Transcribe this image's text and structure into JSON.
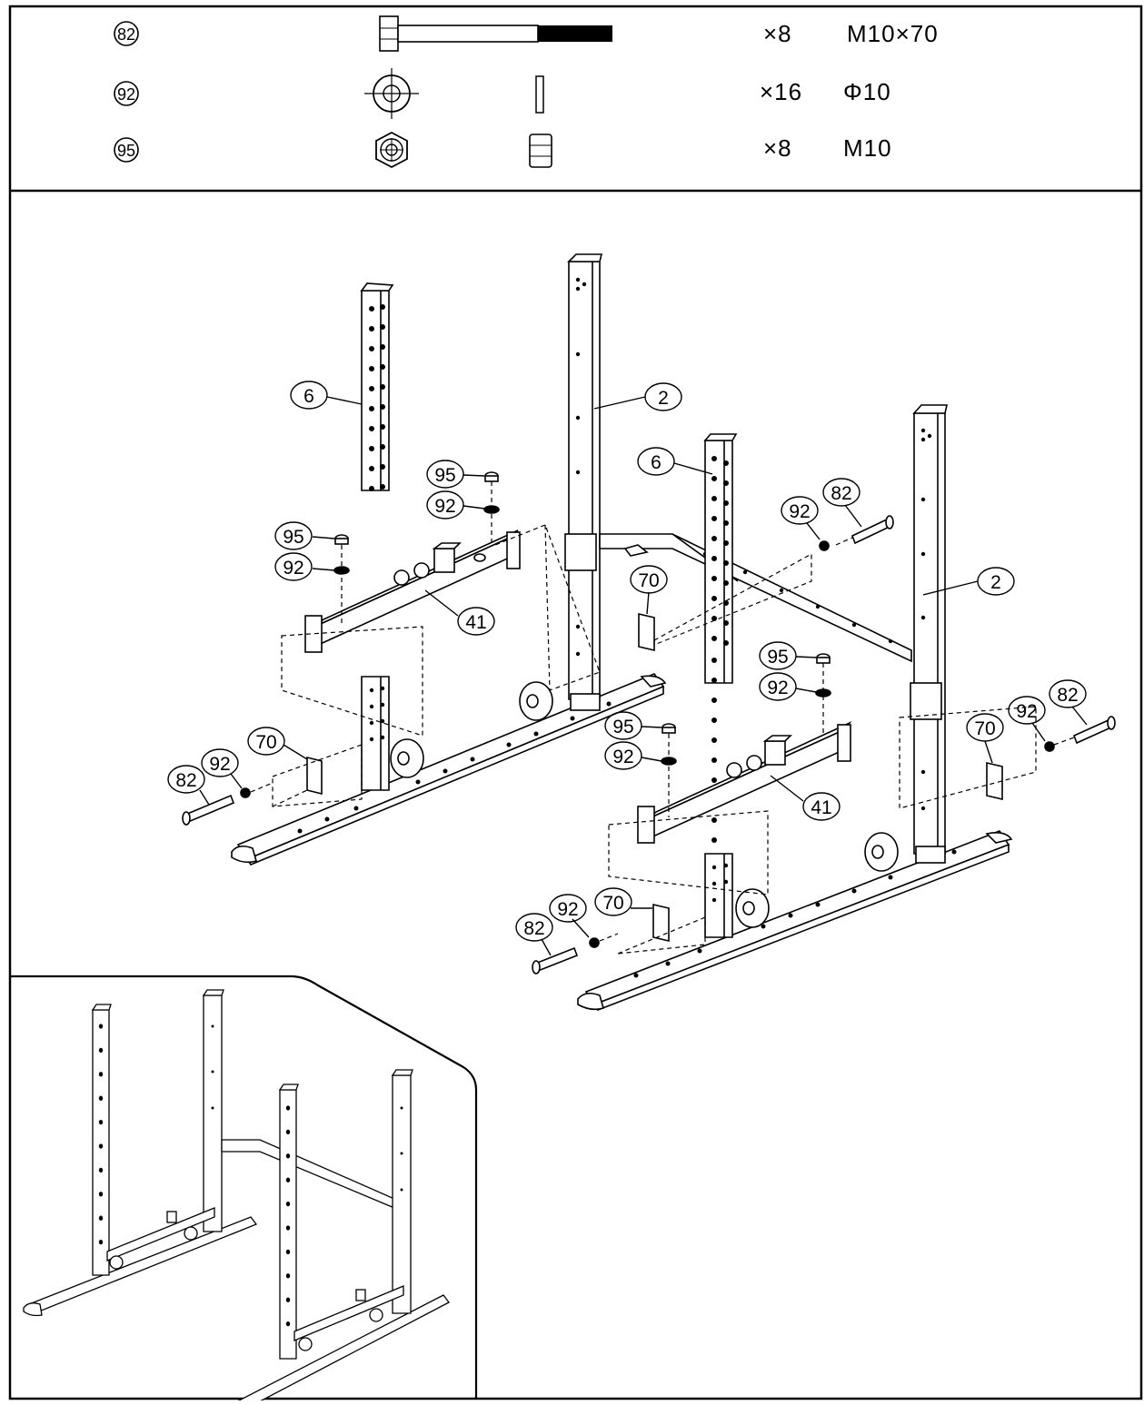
{
  "parts_list": [
    {
      "id": "82",
      "qty": "×8",
      "spec": "M10×70",
      "icon": "bolt-icon"
    },
    {
      "id": "92",
      "qty": "×16",
      "spec": "Φ10",
      "icon": "washer-icon"
    },
    {
      "id": "95",
      "qty": "×8",
      "spec": "M10",
      "icon": "nut-icon"
    }
  ],
  "callouts": {
    "c6a": "6",
    "c2a": "2",
    "c6b": "6",
    "c2b": "2",
    "c95a": "95",
    "c92a": "92",
    "c95b": "95",
    "c92b": "92",
    "c41a": "41",
    "c70a": "70",
    "c92c": "92",
    "c82a": "82",
    "c92d": "92",
    "c82b": "82",
    "c95c": "95",
    "c92e": "92",
    "c95d": "95",
    "c92f": "92",
    "c41b": "41",
    "c70b": "70",
    "c92g": "92",
    "c82c": "82",
    "c70c": "70",
    "c92h": "92",
    "c82d": "82"
  }
}
